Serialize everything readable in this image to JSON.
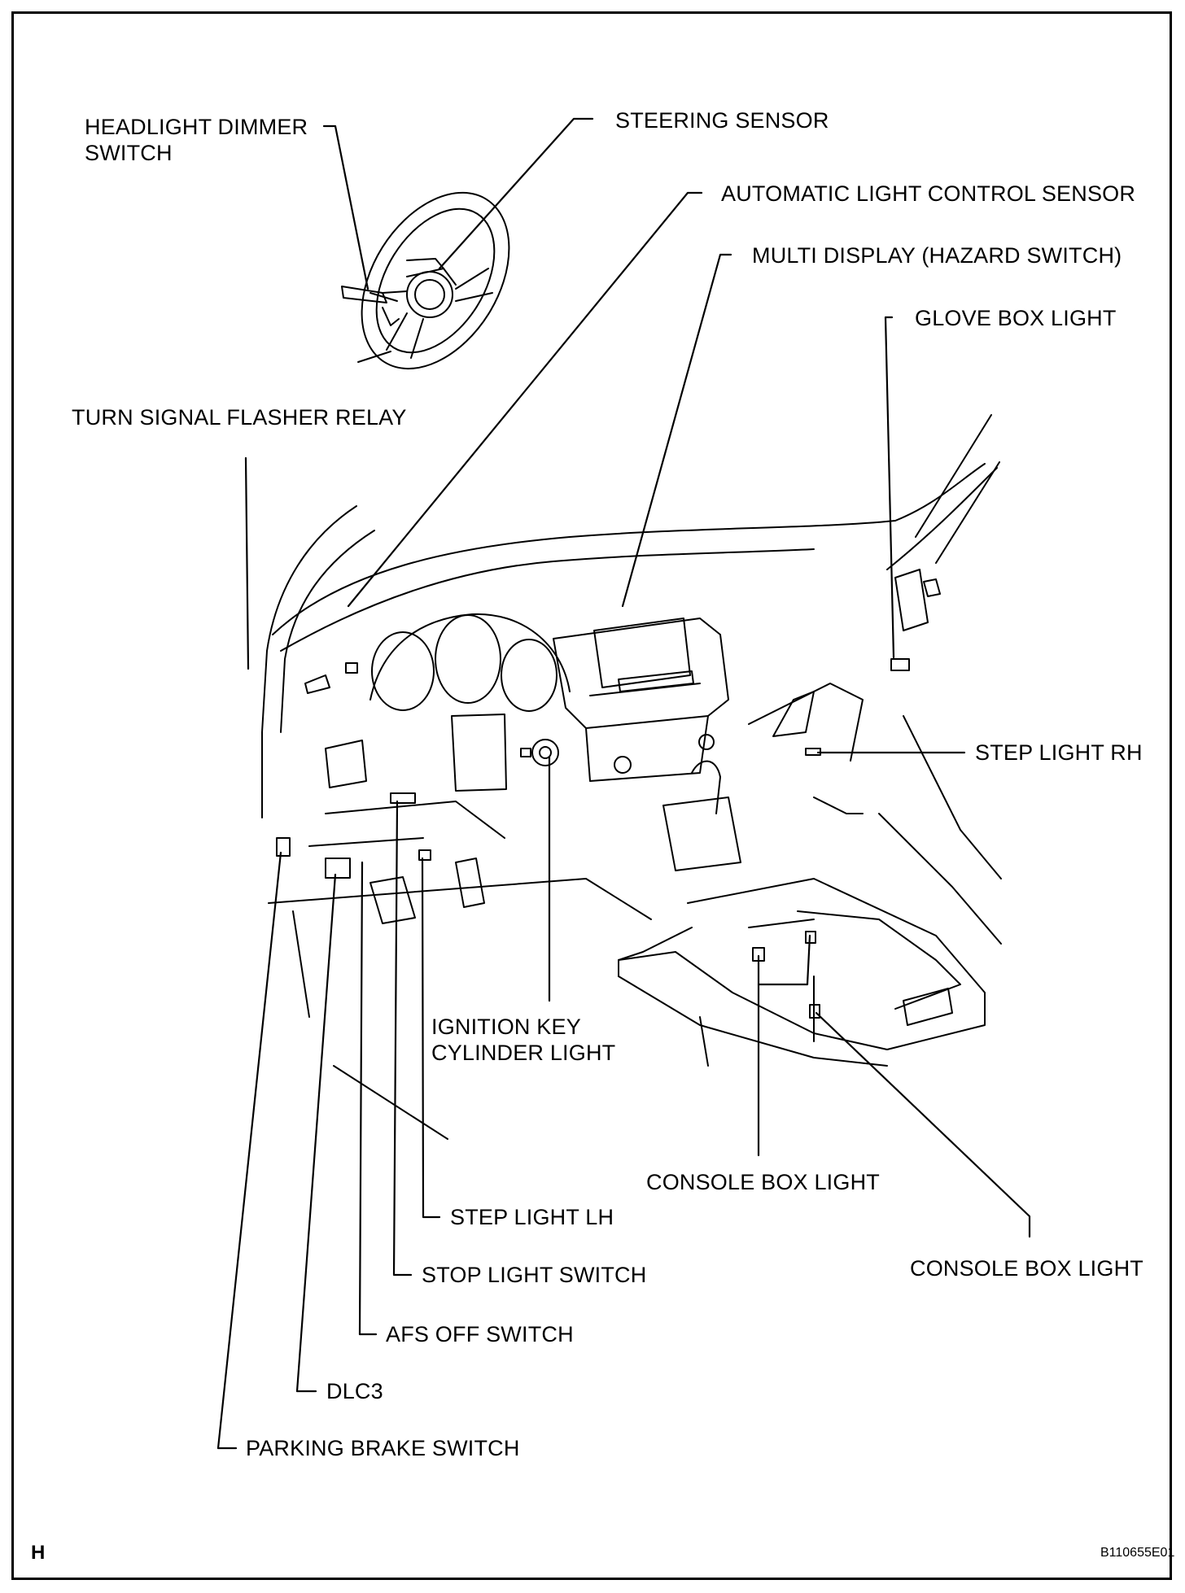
{
  "labels": {
    "headlight_dimmer_switch": "HEADLIGHT DIMMER\nSWITCH",
    "steering_sensor": "STEERING SENSOR",
    "automatic_light_control_sensor": "AUTOMATIC LIGHT CONTROL SENSOR",
    "multi_display": "MULTI DISPLAY (HAZARD SWITCH)",
    "glove_box_light": "GLOVE BOX LIGHT",
    "turn_signal_flasher_relay": "TURN SIGNAL FLASHER RELAY",
    "step_light_rh": "STEP LIGHT RH",
    "ignition_key_cylinder_light": "IGNITION KEY\nCYLINDER LIGHT",
    "console_box_light_1": "CONSOLE BOX LIGHT",
    "step_light_lh": "STEP LIGHT LH",
    "console_box_light_2": "CONSOLE BOX LIGHT",
    "stop_light_switch": "STOP LIGHT SWITCH",
    "afs_off_switch": "AFS OFF SWITCH",
    "dlc3": "DLC3",
    "parking_brake_switch": "PARKING BRAKE SWITCH"
  },
  "corner_letter": "H",
  "figure_code": "B110655E01"
}
